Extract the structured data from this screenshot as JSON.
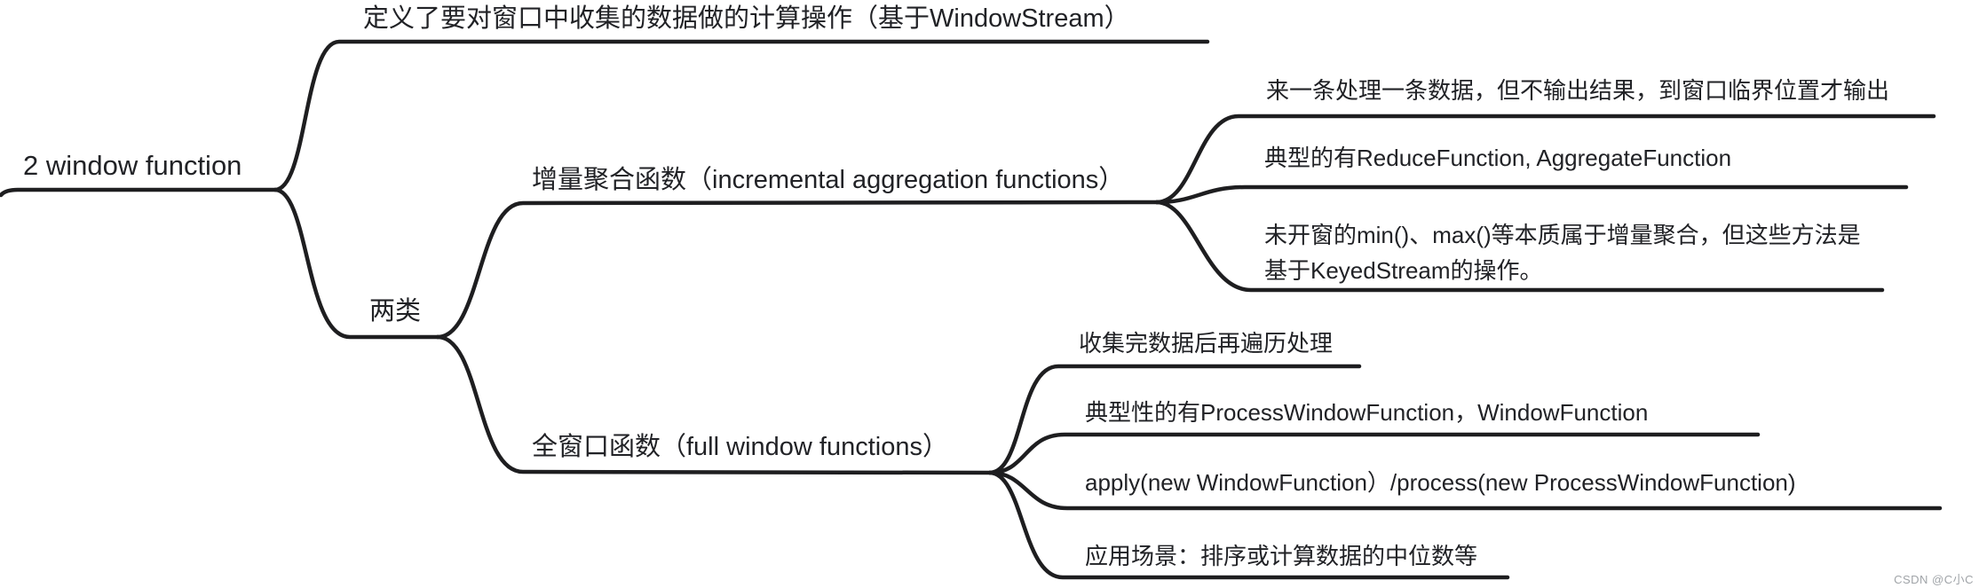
{
  "mindmap": {
    "root": {
      "label": "2 window function"
    },
    "definition": {
      "label": "定义了要对窗口中收集的数据做的计算操作（基于WindowStream）"
    },
    "two_types": {
      "label": "两类"
    },
    "incremental": {
      "label": "增量聚合函数（incremental aggregation functions）",
      "children": [
        {
          "label": "来一条处理一条数据，但不输出结果，到窗口临界位置才输出"
        },
        {
          "label": "典型的有ReduceFunction, AggregateFunction"
        },
        {
          "label": "未开窗的min()、max()等本质属于增量聚合，但这些方法是基于KeyedStream的操作。"
        }
      ]
    },
    "full_window": {
      "label": "全窗口函数（full window functions）",
      "children": [
        {
          "label": "收集完数据后再遍历处理"
        },
        {
          "label": "典型性的有ProcessWindowFunction，WindowFunction"
        },
        {
          "label": "apply(new WindowFunction）/process(new ProcessWindowFunction)"
        },
        {
          "label": "应用场景：排序或计算数据的中位数等"
        }
      ]
    }
  },
  "watermark": {
    "text": "CSDN @C小C"
  },
  "colors": {
    "line": "#1e1e20",
    "text": "#212226",
    "watermark": "#a0a4a8",
    "background": "#ffffff"
  }
}
